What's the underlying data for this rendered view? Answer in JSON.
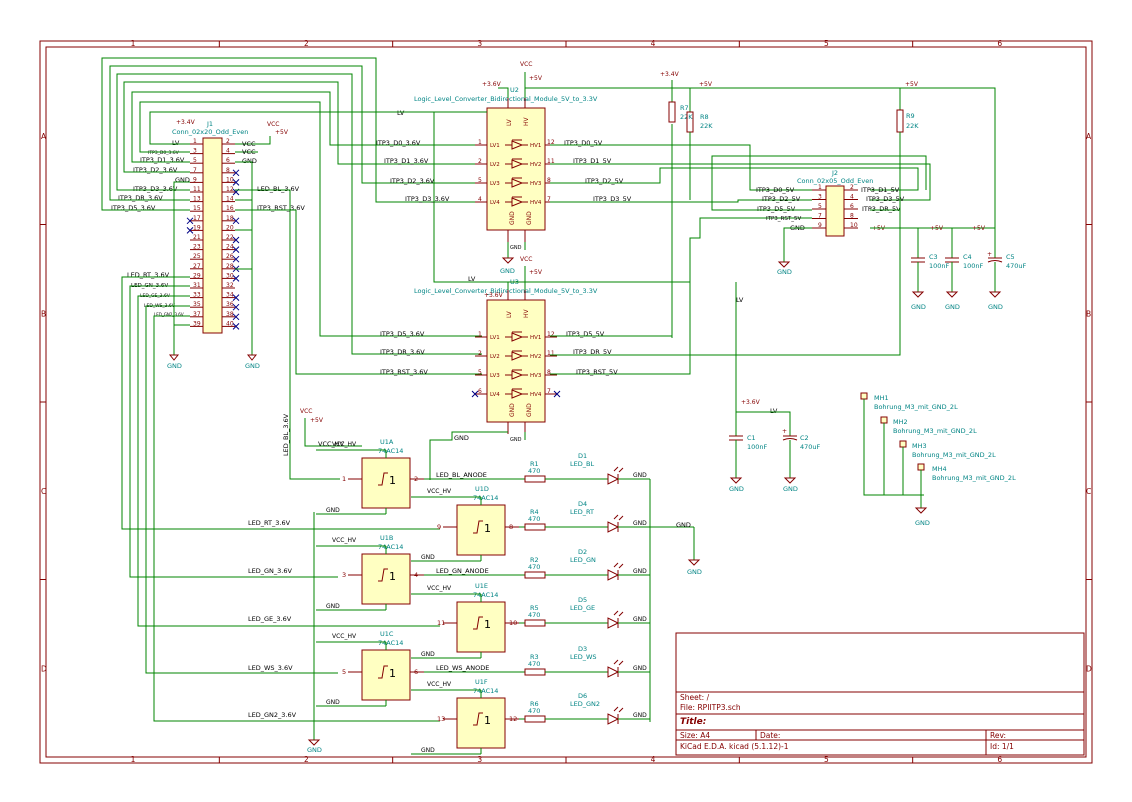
{
  "frame": {
    "columns": [
      "1",
      "2",
      "3",
      "4",
      "5",
      "6"
    ],
    "rows": [
      "A",
      "B",
      "C",
      "D"
    ]
  },
  "title_block": {
    "sheet": "Sheet: /",
    "file": "File: RPIITP3.sch",
    "title": "Title:",
    "size": "Size: A4",
    "date": "Date:",
    "rev": "Rev:",
    "tool": "KiCad E.D.A.  kicad (5.1.12)-1",
    "id": "Id: 1/1"
  },
  "components": {
    "j1": {
      "ref": "J1",
      "value": "Conn_02x20_Odd_Even",
      "pins_odd": [
        "1",
        "3",
        "5",
        "7",
        "9",
        "11",
        "13",
        "15",
        "17",
        "19",
        "21",
        "23",
        "25",
        "27",
        "29",
        "31",
        "33",
        "35",
        "37",
        "39"
      ],
      "pins_even": [
        "2",
        "4",
        "6",
        "8",
        "10",
        "12",
        "14",
        "16",
        "18",
        "20",
        "22",
        "24",
        "26",
        "28",
        "30",
        "32",
        "34",
        "36",
        "38",
        "40"
      ]
    },
    "j2": {
      "ref": "J2",
      "value": "Conn_02x05_Odd_Even",
      "pins_odd": [
        "1",
        "3",
        "5",
        "7",
        "9"
      ],
      "pins_even": [
        "2",
        "4",
        "6",
        "8",
        "10"
      ]
    },
    "u2": {
      "ref": "U2",
      "value": "Logic_Level_Converter_Bidirectional_Module_5V_to_3.3V",
      "left_pins": [
        "LV1",
        "LV2",
        "LV3",
        "LV4"
      ],
      "right_pins": [
        "HV1",
        "HV2",
        "HV3",
        "HV4"
      ],
      "left_nums": [
        "1",
        "2",
        "5",
        "4"
      ],
      "right_nums": [
        "12",
        "11",
        "8",
        "7"
      ],
      "top_pins": [
        "LV",
        "HV"
      ],
      "bottom_pins": [
        "GND",
        "GND"
      ]
    },
    "u3": {
      "ref": "U3",
      "value": "Logic_Level_Converter_Bidirectional_Module_5V_to_3.3V",
      "left_pins": [
        "LV1",
        "LV2",
        "LV3",
        "LV4"
      ],
      "right_pins": [
        "HV1",
        "HV2",
        "HV3",
        "HV4"
      ],
      "left_nums": [
        "1",
        "2",
        "5",
        "6"
      ],
      "right_nums": [
        "12",
        "11",
        "8",
        "7"
      ],
      "top_pins": [
        "LV",
        "HV"
      ],
      "bottom_pins": [
        "GND",
        "GND"
      ]
    },
    "r7": {
      "ref": "R7",
      "value": "22K"
    },
    "r8": {
      "ref": "R8",
      "value": "22K"
    },
    "r9": {
      "ref": "R9",
      "value": "22K"
    },
    "c1": {
      "ref": "C1",
      "value": "100nF"
    },
    "c2": {
      "ref": "C2",
      "value": "470uF"
    },
    "c3": {
      "ref": "C3",
      "value": "100nF"
    },
    "c4": {
      "ref": "C4",
      "value": "100nF"
    },
    "c5": {
      "ref": "C5",
      "value": "470uF"
    },
    "mh1": {
      "ref": "MH1",
      "value": "Bohrung_M3_mit_GND_2L"
    },
    "mh2": {
      "ref": "MH2",
      "value": "Bohrung_M3_mit_GND_2L"
    },
    "mh3": {
      "ref": "MH3",
      "value": "Bohrung_M3_mit_GND_2L"
    },
    "mh4": {
      "ref": "MH4",
      "value": "Bohrung_M3_mit_GND_2L"
    },
    "gates": [
      {
        "ref": "U1A",
        "value": "74AC14",
        "in": "1",
        "out": "2",
        "in_net": "LED_BL_3.6V",
        "anode": "LED_BL_ANODE",
        "r": "R1",
        "rv": "470",
        "d": "D1",
        "dv": "LED_BL"
      },
      {
        "ref": "U1D",
        "value": "74AC14",
        "in": "9",
        "out": "8",
        "in_net": "LED_RT_3.6V",
        "anode": "",
        "r": "R4",
        "rv": "470",
        "d": "D4",
        "dv": "LED_RT"
      },
      {
        "ref": "U1B",
        "value": "74AC14",
        "in": "3",
        "out": "4",
        "in_net": "LED_GN_3.6V",
        "anode": "LED_GN_ANODE",
        "r": "R2",
        "rv": "470",
        "d": "D2",
        "dv": "LED_GN"
      },
      {
        "ref": "U1E",
        "value": "74AC14",
        "in": "11",
        "out": "10",
        "in_net": "LED_GE_3.6V",
        "anode": "",
        "r": "R5",
        "rv": "470",
        "d": "D5",
        "dv": "LED_GE"
      },
      {
        "ref": "U1C",
        "value": "74AC14",
        "in": "5",
        "out": "6",
        "in_net": "LED_WS_3.6V",
        "anode": "LED_WS_ANODE",
        "r": "R3",
        "rv": "470",
        "d": "D3",
        "dv": "LED_WS"
      },
      {
        "ref": "U1F",
        "value": "74AC14",
        "in": "13",
        "out": "12",
        "in_net": "LED_GN2_3.6V",
        "anode": "",
        "r": "R6",
        "rv": "470",
        "d": "D6",
        "dv": "LED_GN2"
      }
    ]
  },
  "power": {
    "vcc": "VCC",
    "p5v": "+5V",
    "p36v": "+3.6V",
    "p3v4": "+3.4V",
    "p5v_alt": "+5V",
    "gnd": "GND"
  },
  "nets": {
    "lv": "LV",
    "vcc_hv": "VCC_HV",
    "gnd": "GND",
    "vcc": "VCC",
    "itp3_d0_36": "ITP3_D0_3.6V",
    "itp3_d1_36": "ITP3_D1_3.6V",
    "itp3_d2_36": "ITP3_D2_3.6V",
    "itp3_d3_36": "ITP3_D3_3.6V",
    "itp3_d5_36": "ITP3_D5_3.6V",
    "itp3_dr_36": "ITP3_DR_3.6V",
    "itp3_rst_36": "ITP3_RST_3.6V",
    "itp3_d0_5": "ITP3_D0_5V",
    "itp3_d1_5": "ITP3_D1_5V",
    "itp3_d2_5": "ITP3_D2_5V",
    "itp3_d3_5": "ITP3_D3_5V",
    "itp3_d5_5": "ITP3_D5_5V",
    "itp3_dr_5": "ITP3_DR_5V",
    "itp3_rst_5": "ITP3_RST_5V",
    "led_bl": "LED_BL_3.6V",
    "led_rt": "LED_RT_3.6V",
    "led_gn": "LED_GN_3.6V",
    "led_ge": "LED_GE_3.6V",
    "led_ws": "LED_WS_3.6V",
    "led_gn2": "LED_GN2_3.6V",
    "led_rt_j": "LED_RT_3.6V",
    "led_gn_j": "LED_GN_3.6V",
    "led_ge_j": "LED_GE_3.6V",
    "led_ws_j": "LED_WS_3.6V",
    "led_gn2_j": "LED_GN2_3.6V",
    "itp3_d0_j": "ITP3_D0_3.6V",
    "itp3_d1_j": "ITP3_D1_3.6V",
    "itp3_d2_j": "ITP3_D2_3.6V",
    "itp3_d3_j": "ITP3_D3_3.6V",
    "itp3_dr_j": "ITP3_DR_3.6V",
    "itp3_d5_j": "ITP3_D5_3.6V",
    "led_bl_j": "LED_BL_3.6V",
    "itp3_rst_j": "ITP3_RST_3.6V"
  }
}
